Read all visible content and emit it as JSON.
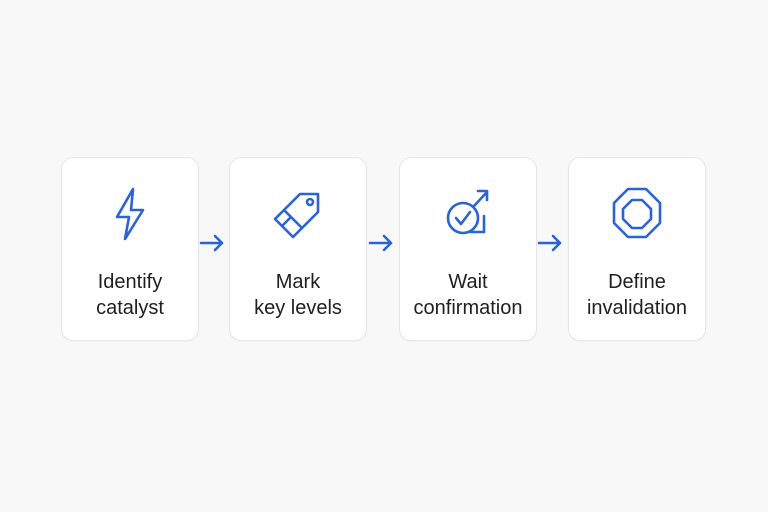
{
  "steps": [
    {
      "line1": "Identify",
      "line2": "catalyst",
      "icon": "lightning-bolt-icon"
    },
    {
      "line1": "Mark",
      "line2": "key levels",
      "icon": "price-tag-icon"
    },
    {
      "line1": "Wait",
      "line2": "confirmation",
      "icon": "check-circle-arrow-icon"
    },
    {
      "line1": "Define",
      "line2": "invalidation",
      "icon": "stop-octagon-icon"
    }
  ],
  "colors": {
    "accent": "#2a63d6",
    "card_border": "#e6e6e6",
    "background": "#f8f8f8",
    "text": "#1f1f1f"
  }
}
